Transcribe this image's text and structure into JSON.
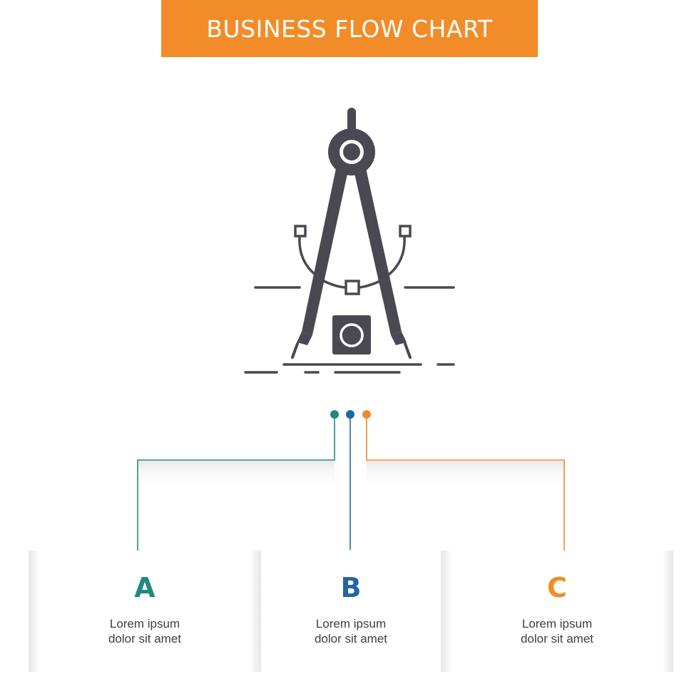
{
  "title": "BUSINESS FLOW CHART",
  "colors": {
    "banner": "#f28c28",
    "icon": "#4a4952",
    "text": "#3d3d44",
    "connector_bg": "#eeeeee"
  },
  "icon": "drafting-compass-icon",
  "steps": [
    {
      "letter": "A",
      "line1": "Lorem ipsum",
      "line2": "dolor sit amet",
      "color": "#1f8a80"
    },
    {
      "letter": "B",
      "line1": "Lorem ipsum",
      "line2": "dolor sit amet",
      "color": "#2065a8"
    },
    {
      "letter": "C",
      "line1": "Lorem ipsum",
      "line2": "dolor sit amet",
      "color": "#f28c28"
    }
  ]
}
